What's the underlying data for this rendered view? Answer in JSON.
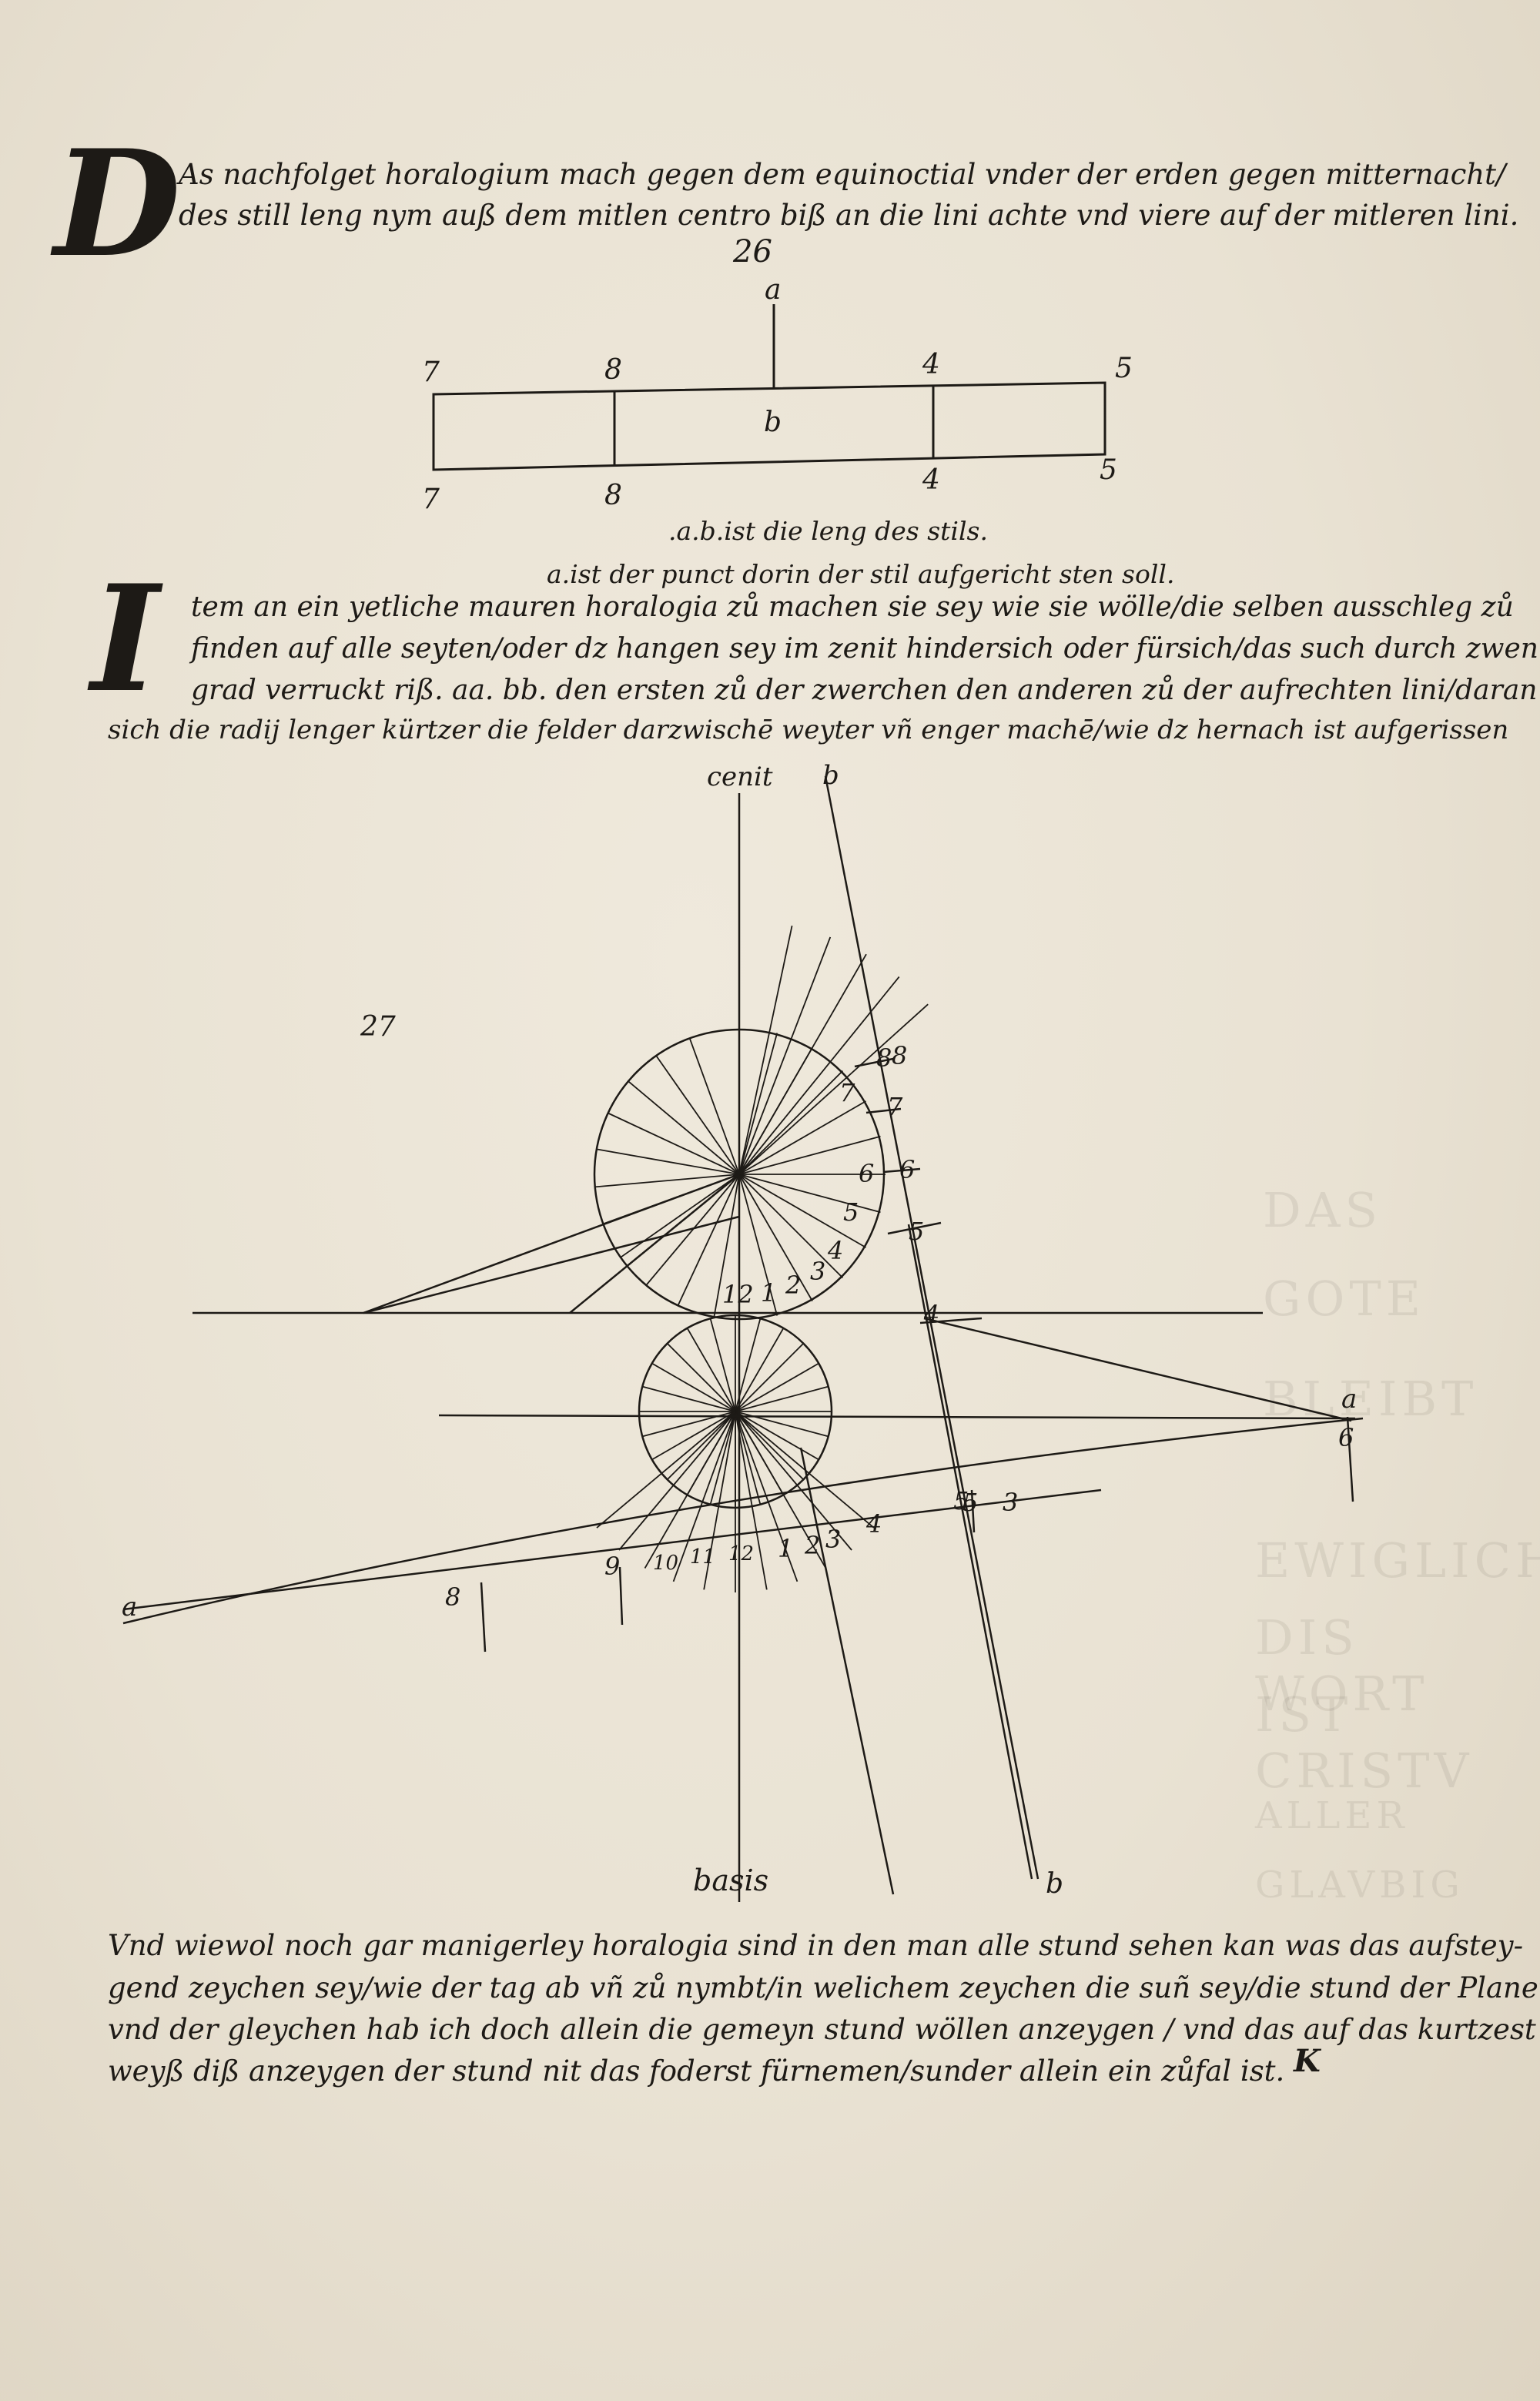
{
  "page_number": "26",
  "figure_number": "27",
  "signature_mark": "K",
  "para1": {
    "initial": "D",
    "lines": [
      "As nachfolget horalogium mach gegen dem equinoctial vnder der erden gegen mitternacht/",
      "des still leng nym auß dem mitlen centro biß an die lini achte vnd viere auf der mitleren lini."
    ]
  },
  "figure1": {
    "top_labels": [
      "7",
      "8",
      "a",
      "4",
      "5"
    ],
    "center_label": "b",
    "bottom_labels": [
      "7",
      "8",
      "4",
      "5"
    ],
    "captions": [
      ".a.b.ist die leng des stils.",
      "a.ist der punct dorin der stil aufgericht sten soll."
    ]
  },
  "para2": {
    "initial": "I",
    "lines": [
      "tem an ein yetliche mauren horalogia zů machen sie sey wie sie wölle/die selben ausschleg zů",
      "finden auf alle seyten/oder dz hangen sey im zenit hindersich oder fürsich/das such durch zwen",
      "grad verruckt riß. aa. bb. den ersten zů der zwerchen den anderen zů der aufrechten lini/daran",
      "sich die radij lenger kürtzer die felder darzwischē weyter vñ enger machē/wie dz hernach ist aufgerissen"
    ]
  },
  "figure2": {
    "top_labels": [
      "cenit",
      "b"
    ],
    "bottom_labels": [
      "basis",
      "b"
    ],
    "side_labels": [
      "a",
      "a"
    ],
    "upper_hours": [
      "8",
      "7",
      "6",
      "5",
      "4",
      "3",
      "2",
      "1",
      "12"
    ],
    "upper_outer_hours": [
      "8",
      "7",
      "6",
      "5",
      "4"
    ],
    "lower_hours": [
      "8",
      "9",
      "10",
      "11",
      "12",
      "1",
      "2",
      "3",
      "4",
      "5"
    ],
    "right_hours": [
      "6",
      "5",
      "3"
    ]
  },
  "para3": {
    "lines": [
      "Vnd wiewol noch gar manigerley horalogia sind in den man alle stund sehen kan was das aufstey-",
      "gend zeychen sey/wie der tag ab vñ zů nymbt/in welichem zeychen die suñ sey/die stund der Planeten",
      "vnd der gleychen hab ich doch allein die gemeyn stund wöllen anzeygen / vnd das auf das kurtzest die",
      "weyß diß anzeygen der stund nit das foderst fürnemen/sunder allein ein zůfal ist."
    ]
  },
  "bleed": [
    "DAS",
    "GOTE",
    "BLEIBT",
    "EWIGLICH",
    "DIS WORT",
    "IST CRISTV",
    "ALLER",
    "GLAVBIG"
  ],
  "colors": {
    "ink": "#1d1a16",
    "paper": "#ece5d6",
    "bleed": "#5a5348"
  }
}
